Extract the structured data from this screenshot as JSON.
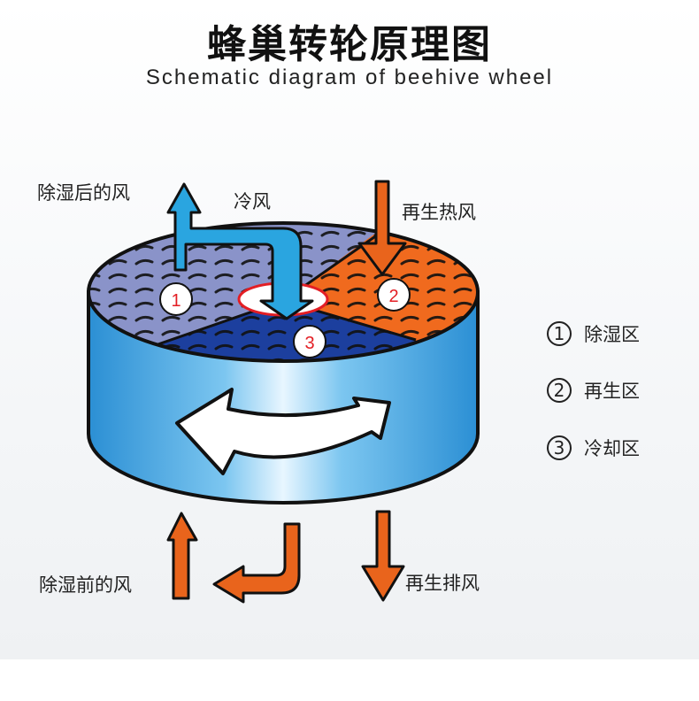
{
  "title": "蜂巢转轮原理图",
  "subtitle": "Schematic diagram of beehive wheel",
  "labels": {
    "dehumidified_air": "除湿后的风",
    "cold_air": "冷风",
    "regen_hot_air": "再生热风",
    "pre_dehumid_air": "除湿前的风",
    "regen_exhaust": "再生排风"
  },
  "zones": [
    {
      "num": "1",
      "name": "除湿区",
      "color": "#8a93c9"
    },
    {
      "num": "2",
      "name": "再生区",
      "color": "#f06a1e"
    },
    {
      "num": "3",
      "name": "冷却区",
      "color": "#1c3f9e"
    }
  ],
  "colors": {
    "blue_arrow": "#2aa5e0",
    "orange_arrow": "#e9641c",
    "wheel_side": "#3b9ede",
    "center_ring": "#e31e24"
  }
}
